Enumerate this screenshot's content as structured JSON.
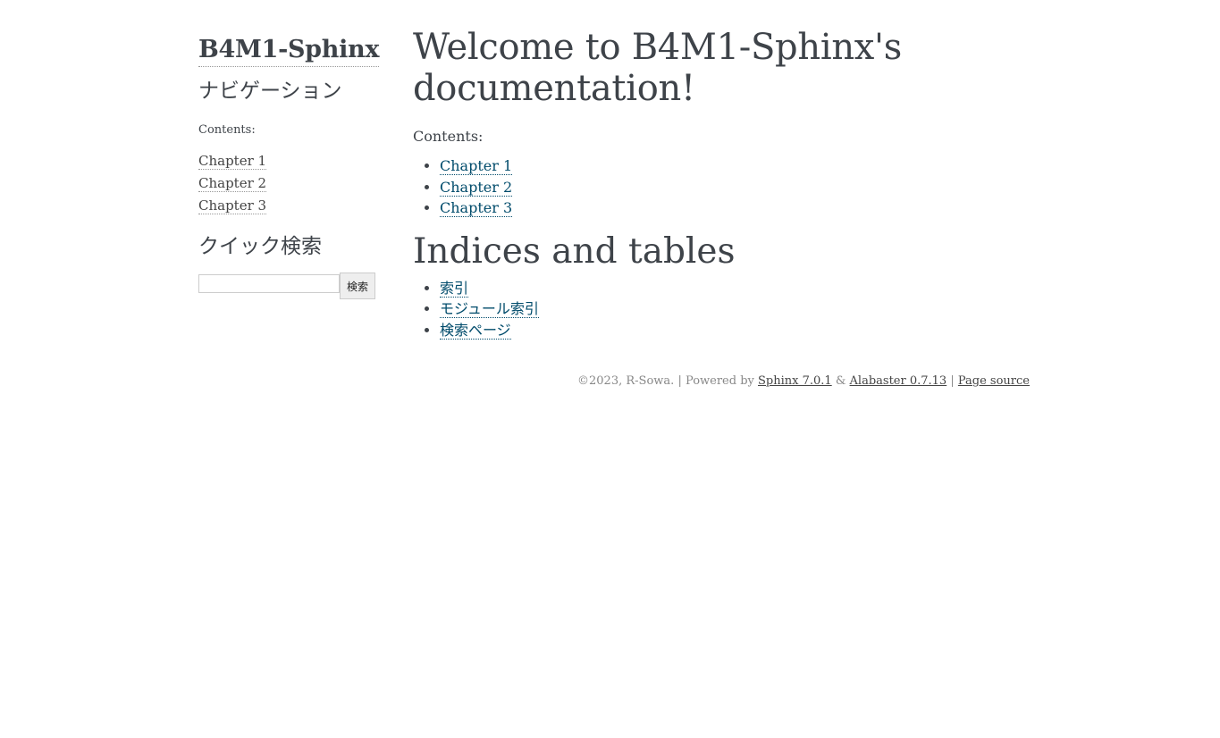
{
  "sidebar": {
    "logo": "B4M1-Sphinx",
    "nav_heading": "ナビゲーション",
    "contents_caption": "Contents:",
    "chapters": [
      "Chapter 1",
      "Chapter 2",
      "Chapter 3"
    ],
    "search_heading": "クイック検索",
    "search_placeholder": "",
    "search_button": "検索"
  },
  "main": {
    "title": "Welcome to B4M1-Sphinx's documentation!",
    "contents_caption": "Contents:",
    "chapters": [
      "Chapter 1",
      "Chapter 2",
      "Chapter 3"
    ],
    "indices_heading": "Indices and tables",
    "indices": [
      "索引",
      "モジュール索引",
      "検索ページ"
    ]
  },
  "footer": {
    "copyright": "©2023, R-Sowa.",
    "sep1": "|",
    "powered_by": "Powered by",
    "sphinx_link": "Sphinx 7.0.1",
    "amp": "&",
    "alabaster_link": "Alabaster 0.7.13",
    "sep2": "|",
    "page_source": "Page source"
  }
}
